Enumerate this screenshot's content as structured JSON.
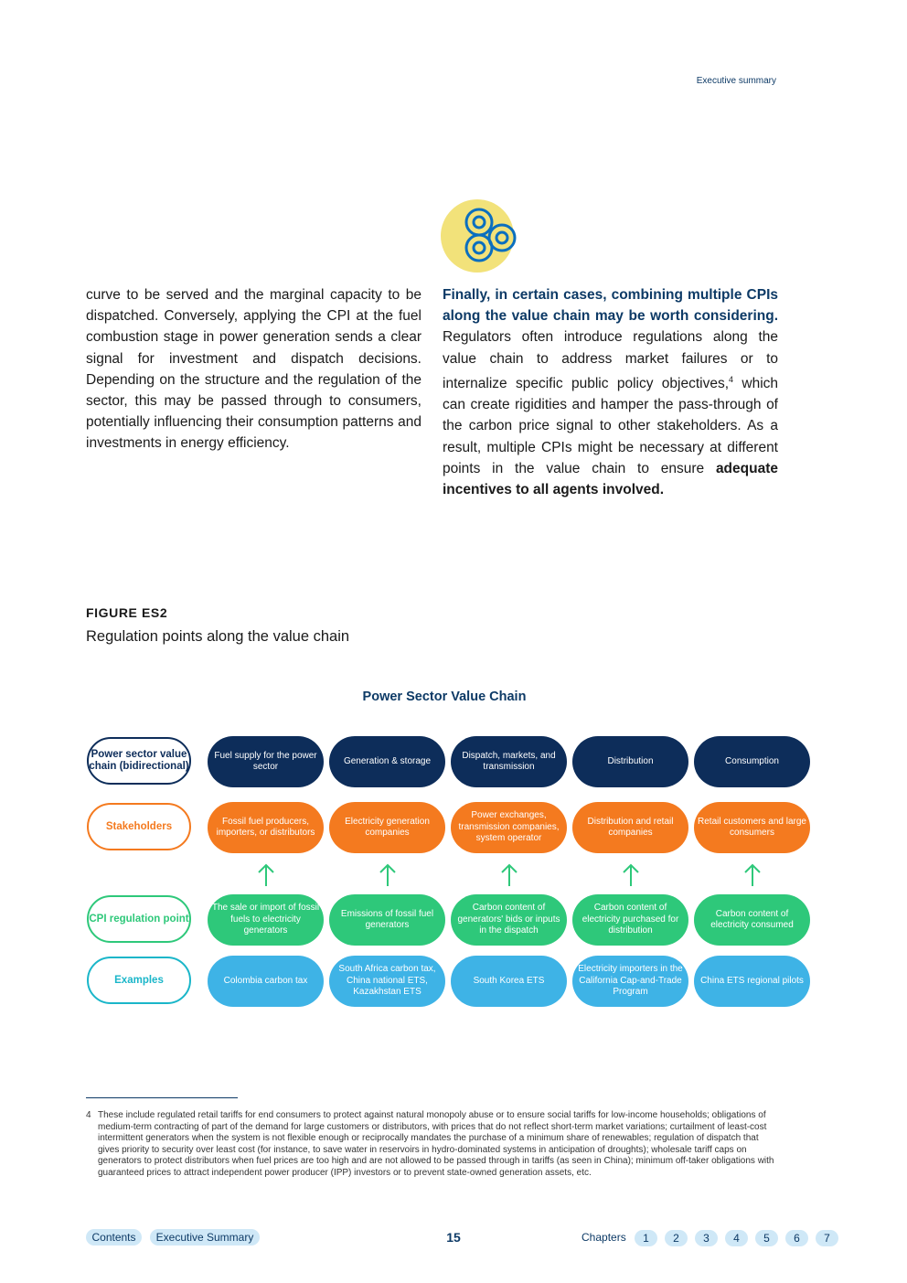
{
  "header": {
    "section": "Executive summary"
  },
  "left_column": {
    "text": "curve to be served and the marginal capacity to be dispatched. Conversely, applying the CPI at the fuel combustion stage in power generation sends a clear signal for investment and dispatch decisions. Depending on the structure and the regulation of the sector, this may be passed through to consumers, potentially influencing their consumption patterns and investments in energy efficiency."
  },
  "right_column": {
    "lead": "Finally, in certain cases, combining multiple CPIs along the value chain may be worth considering.",
    "body1": " Regulators often introduce regulations along the value chain to address market failures or to internalize specific public policy objectives,",
    "footnote_ref": "4",
    "body2": " which can create rigidities and hamper the pass-through of the carbon price signal to other stakeholders. As a result, multiple CPIs might be necessary at different points in the value chain to ensure ",
    "emphasis": "adequate incentives to all agents involved."
  },
  "figure": {
    "label": "FIGURE ES2",
    "title": "Regulation points along the value chain",
    "diagram_title": "Power Sector Value Chain",
    "row_labels": {
      "value_chain": "Power sector value chain (bidirectional)",
      "stakeholders": "Stakeholders",
      "cpi": "CPI regulation point",
      "examples": "Examples"
    },
    "value_chain": [
      "Fuel supply for the power sector",
      "Generation & storage",
      "Dispatch, markets, and transmission",
      "Distribution",
      "Consumption"
    ],
    "stakeholders": [
      "Fossil fuel producers, importers, or distributors",
      "Electricity generation companies",
      "Power exchanges, transmission companies, system operator",
      "Distribution and retail companies",
      "Retail customers and large consumers"
    ],
    "cpi_points": [
      "The sale or import of fossil fuels to electricity generators",
      "Emissions of fossil fuel generators",
      "Carbon content of generators' bids or inputs in the dispatch",
      "Carbon content of electricity purchased for distribution",
      "Carbon content of electricity consumed"
    ],
    "examples": [
      "Colombia carbon tax",
      "South Africa carbon tax, China national ETS, Kazakhstan ETS",
      "South Korea ETS",
      "Electricity importers in the California Cap-and-Trade Program",
      "China ETS regional pilots"
    ],
    "colors": {
      "navy": "#0d2d5a",
      "orange": "#f47a1f",
      "green": "#2ec87a",
      "blue": "#3eb3e6"
    }
  },
  "footnote": {
    "number": "4",
    "text": "These include regulated retail tariffs for end consumers to protect against natural monopoly abuse or to ensure social tariffs for low-income households; obligations of medium-term contracting of part of the demand for large customers or distributors, with prices that do not reflect short-term market variations; curtailment of least-cost intermittent generators when the system is not flexible enough or reciprocally mandates the purchase of a minimum share of renewables; regulation of dispatch that gives priority to security over least cost (for instance, to save water in reservoirs in hydro-dominated systems in anticipation of droughts); wholesale tariff caps on generators to protect distributors when fuel prices are too high and are not allowed to be passed through in tariffs (as seen in China); minimum off-taker obligations with guaranteed prices to attract independent power producer (IPP) investors or to prevent state-owned generation assets, etc."
  },
  "footer": {
    "contents": "Contents",
    "exec_summary": "Executive Summary",
    "page_number": "15",
    "chapters_label": "Chapters",
    "chapters": [
      "1",
      "2",
      "3",
      "4",
      "5",
      "6",
      "7"
    ]
  }
}
